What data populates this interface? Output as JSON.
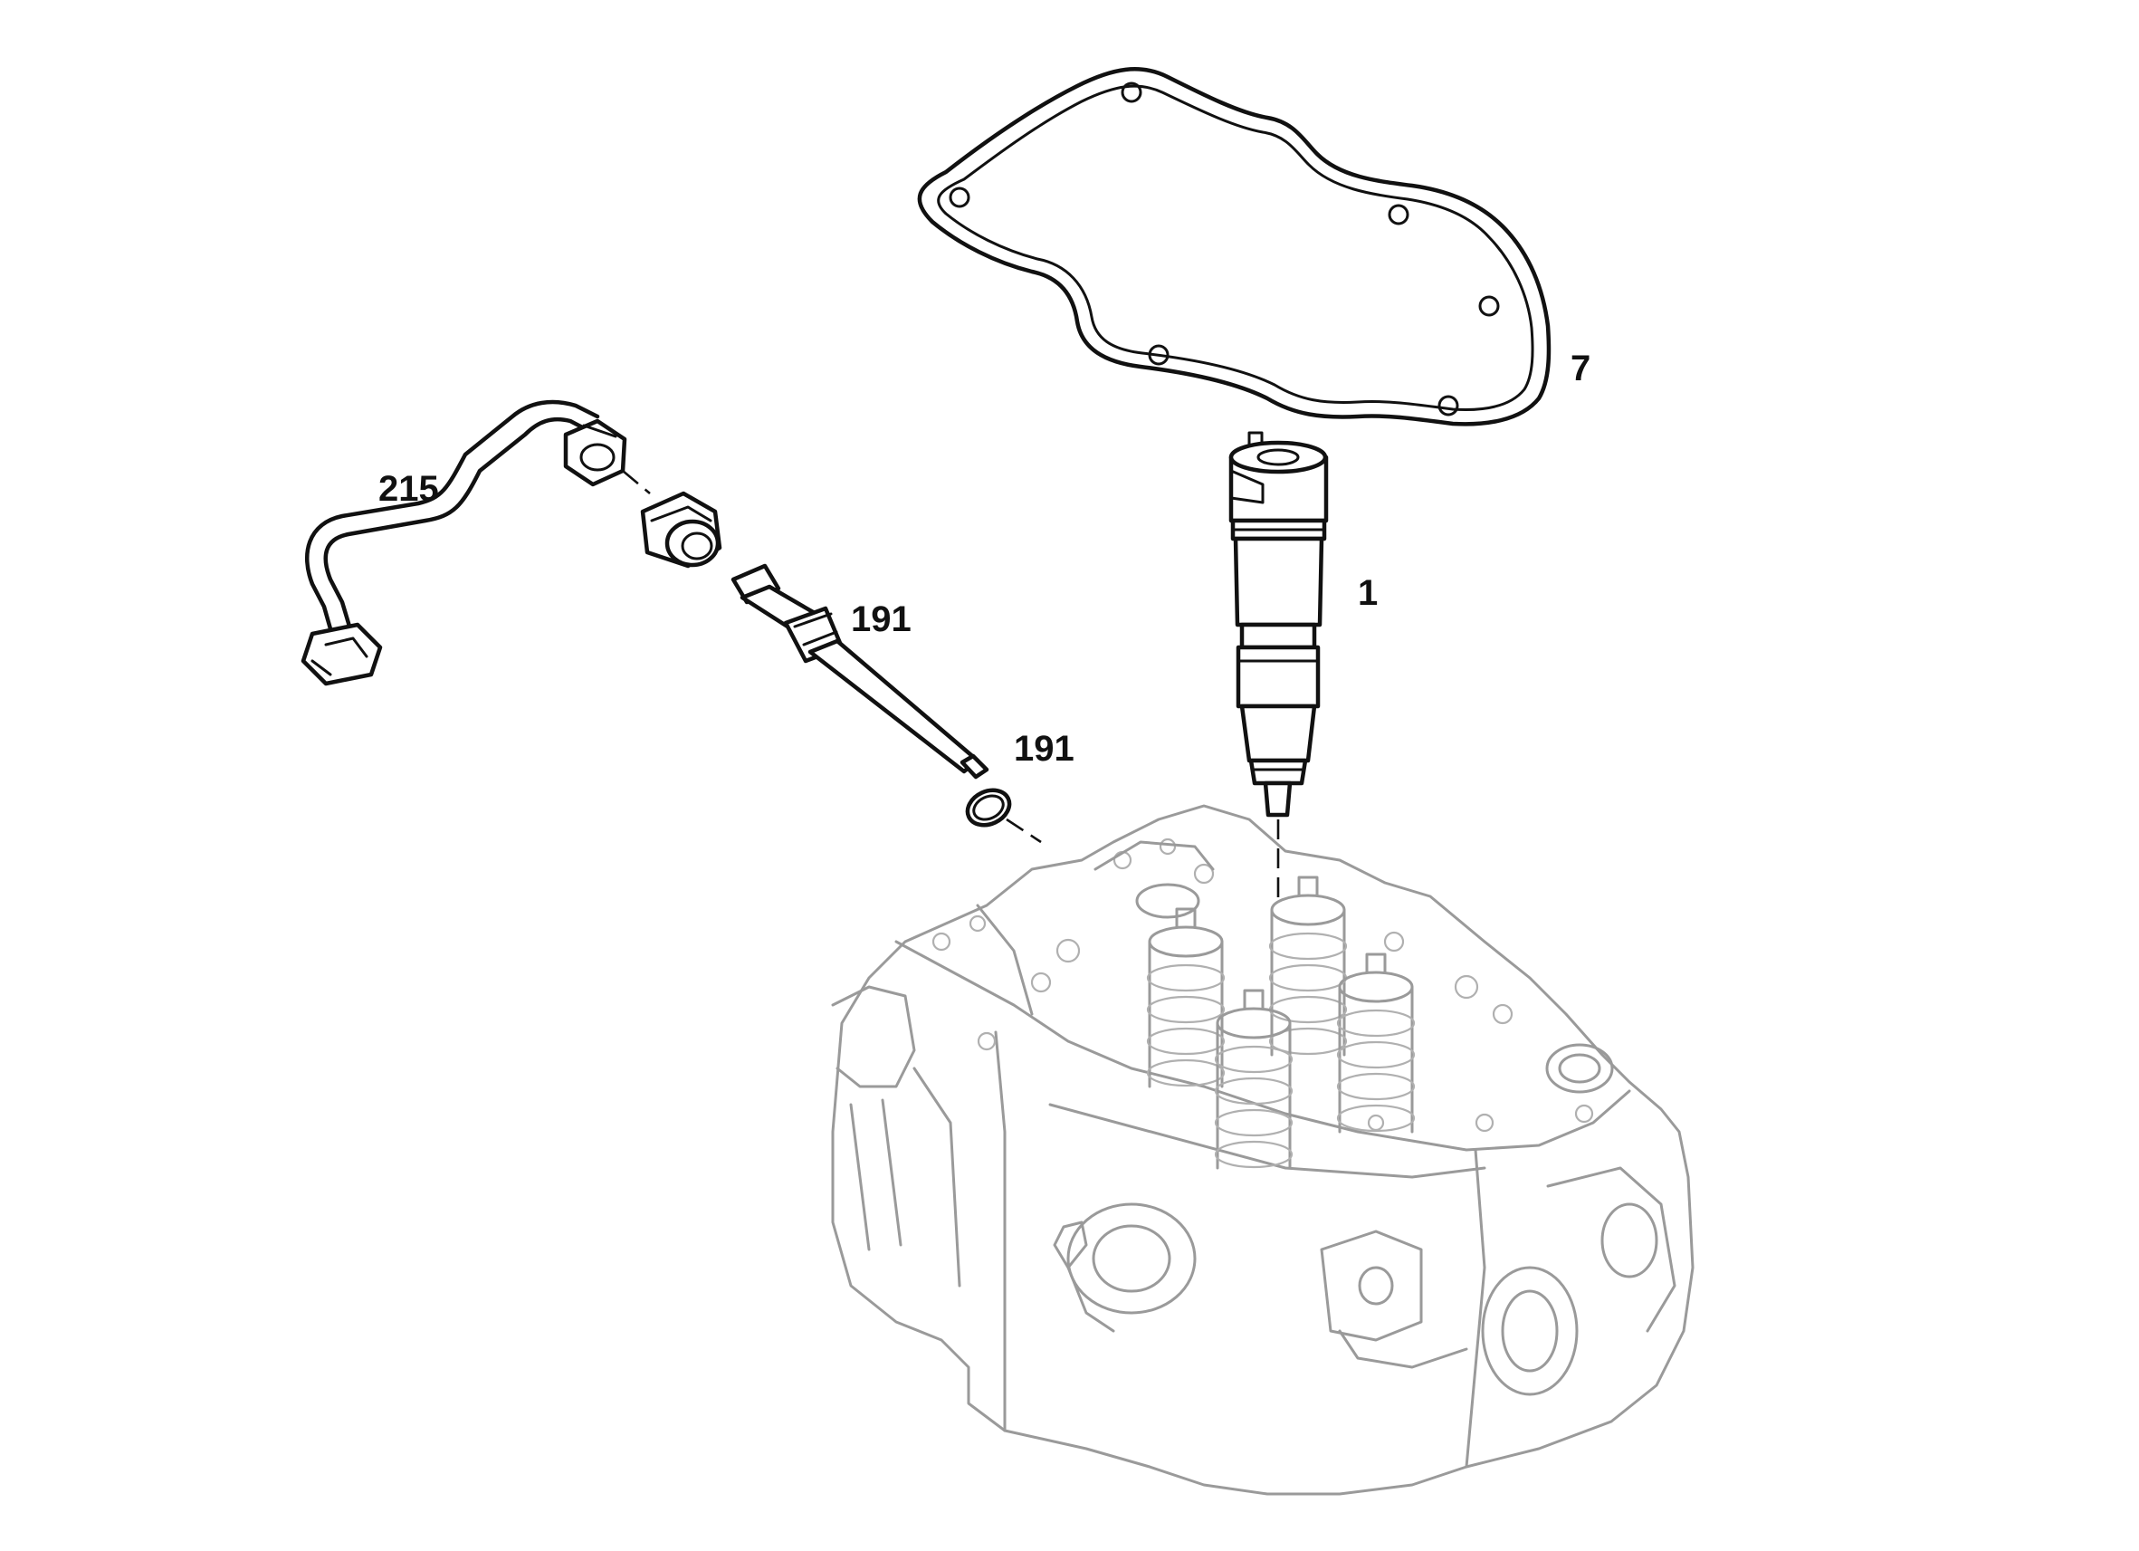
{
  "callouts": {
    "gasket": "7",
    "injector": "1",
    "fuel_line": "215",
    "pressure_pipe": "191",
    "seal_ring": "191"
  }
}
